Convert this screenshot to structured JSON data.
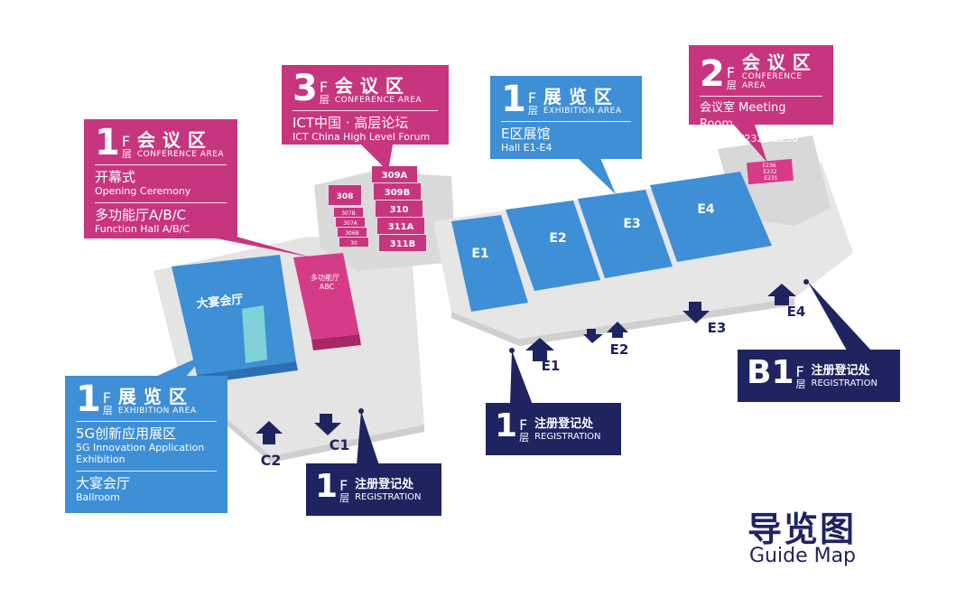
{
  "colors": {
    "conference": "#c8357f",
    "exhibition": "#3e8fd6",
    "registration": "#1f2461",
    "floor": "#e3e3e3"
  },
  "callouts": {
    "conf_1f": {
      "digit": "1",
      "f": "F",
      "ceng": "层",
      "title": "会议区",
      "subtitle": "CONFERENCE AREA",
      "items": [
        {
          "cn": "开幕式",
          "en": "Opening Ceremony"
        },
        {
          "cn": "多功能厅A/B/C",
          "en": "Function Hall A/B/C"
        }
      ]
    },
    "conf_3f": {
      "digit": "3",
      "f": "F",
      "ceng": "层",
      "title": "会议区",
      "subtitle": "CONFERENCE AREA",
      "items": [
        {
          "cn": "ICT中国 · 高层论坛",
          "en": "ICT China High Level Forum"
        }
      ]
    },
    "exhib_1f_e": {
      "digit": "1",
      "f": "F",
      "ceng": "层",
      "title": "展览区",
      "subtitle": "EXHIBITION AREA",
      "items": [
        {
          "cn": "E区展馆",
          "en": "Hall E1-E4"
        }
      ]
    },
    "conf_2f": {
      "digit": "2",
      "f": "F",
      "ceng": "层",
      "title": "会议区",
      "subtitle": "CONFERENCE AREA",
      "items": [
        {
          "cn": "会议室 Meeting Room",
          "en": "E231 、E232、E236"
        }
      ]
    },
    "exhib_1f_5g": {
      "digit": "1",
      "f": "F",
      "ceng": "层",
      "title": "展览区",
      "subtitle": "EXHIBITION AREA",
      "items": [
        {
          "cn": "5G创新应用展区",
          "en": "5G Innovation  Application Exhibition"
        },
        {
          "cn": "大宴会厅",
          "en": "Ballroom"
        }
      ]
    }
  },
  "registrations": {
    "reg_c": {
      "digit": "1",
      "f": "F",
      "ceng": "层",
      "cn": "注册登记处",
      "en": "REGISTRATION"
    },
    "reg_e1": {
      "digit": "1",
      "f": "F",
      "ceng": "层",
      "cn": "注册登记处",
      "en": "REGISTRATION"
    },
    "reg_b1": {
      "digit": "B1",
      "f": "F",
      "ceng": "层",
      "cn": "注册登记处",
      "en": "REGISTRATION"
    }
  },
  "rooms": {
    "ballroom": "大宴会厅",
    "function_hall": [
      "多功能厅",
      "ABC"
    ],
    "r309a": "309A",
    "r309b": "309B",
    "r310": "310",
    "r311a": "311A",
    "r311b": "311B",
    "r308": "308",
    "r307b": "307B",
    "r307a": "307A",
    "r306b": "306B",
    "r30x": "30",
    "e1": "E1",
    "e2": "E2",
    "e3": "E3",
    "e4": "E4",
    "e236": "E236",
    "e232": "E232",
    "e231": "E231"
  },
  "entrances": {
    "c1": "C1",
    "c2": "C2",
    "e1": "E1",
    "e2": "E2",
    "e3": "E3",
    "e4": "E4"
  },
  "legend": {
    "title_cn": "导览图",
    "title_en": "Guide Map"
  }
}
